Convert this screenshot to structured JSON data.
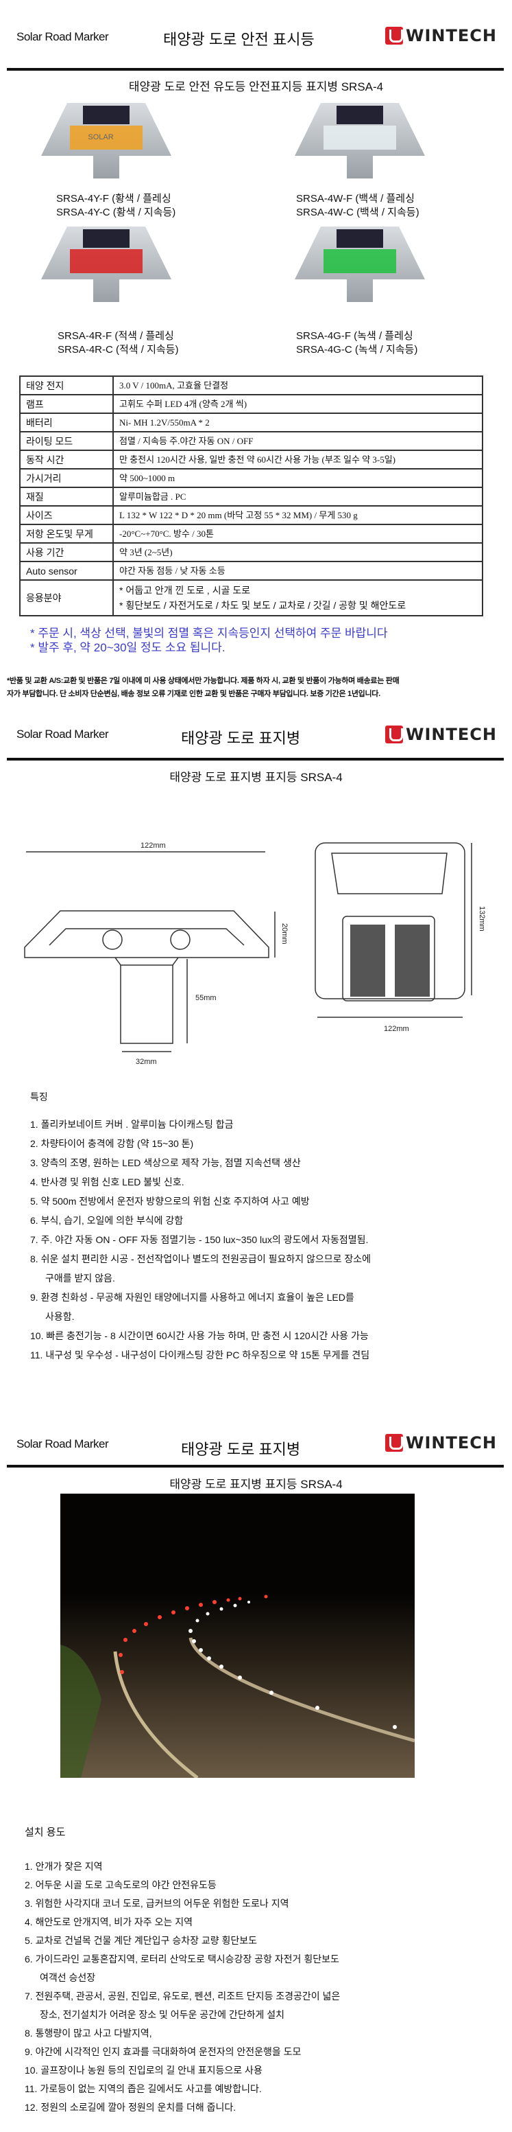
{
  "header": {
    "english": "Solar Road Marker",
    "brand": "WINTECH"
  },
  "section1": {
    "title": "태양광 도로 안전 표시등",
    "subtitle": "태양광 도로 안전 유도등 안전표지등 표지병 SRSA-4",
    "products": [
      {
        "line1": "SRSA-4Y-F (황색 / 플레싱",
        "line2": "SRSA-4Y-C (황색 / 지속등)",
        "color": "#f0a020",
        "label": "SOLAR"
      },
      {
        "line1": "SRSA-4W-F (백색 / 플레싱",
        "line2": "SRSA-4W-C (백색 / 지속등)",
        "color": "#e8eef2"
      },
      {
        "line1": "SRSA-4R-F (적색 / 플레싱",
        "line2": "SRSA-4R-C (적색 / 지속등)",
        "color": "#d82020"
      },
      {
        "line1": "SRSA-4G-F (녹색 / 플레싱",
        "line2": "SRSA-4G-C (녹색 / 지속등)",
        "color": "#20c040"
      }
    ],
    "spec": [
      {
        "label": "태양 전지",
        "value": "3.0 V / 100mA, 고효율 단결정"
      },
      {
        "label": "램프",
        "value": "고휘도 수퍼 LED 4개 (양측 2개 씩)"
      },
      {
        "label": "배터리",
        "value": "Ni- MH 1.2V/550mA * 2"
      },
      {
        "label": "라이팅 모드",
        "value": "점멸 / 지속등 주.야간 자동 ON / OFF"
      },
      {
        "label": "동작 시간",
        "value": "만 충전시 120시간 사용, 일반 충전 약 60시간 사용 가능 (부조 일수 약 3-5일)"
      },
      {
        "label": "가시거리",
        "value": "약 500~1000 m"
      },
      {
        "label": "재질",
        "value": "알루미늄합금 . PC"
      },
      {
        "label": "사이즈",
        "value": "L 132 * W 122 * D * 20 mm (바닥 고정 55 * 32 MM) / 무게 530 g"
      },
      {
        "label": "저항 온도및 무게",
        "value": "-20°C~+70°C. 방수 / 30톤"
      },
      {
        "label": "사용 기간",
        "value": "약 3년 (2~5년)"
      },
      {
        "label": "Auto sensor",
        "value": "야간 자동 점등 / 낮 자동 소등"
      }
    ],
    "application": {
      "label": "응용분야",
      "line1": "* 어둡고 안개 낀 도로 , 시골 도로",
      "line2": "* 횡단보도 / 자전거도로 / 차도 및 보도 / 교차로 / 갓길 / 공항 및 해안도로"
    },
    "notes": [
      "* 주문 시, 색상 선택, 불빛의 점멸 혹은 지속등인지 선택하여 주문 바랍니다",
      "* 발주 후, 약 20~30일 정도 소요 됩니다."
    ],
    "disclaimer": [
      "*반품 및 교환 A/S:교환 및 반품은 7일 이내에 미 사용 상태에서만 가능합니다. 제품 하자 시, 교환 및 반품이 가능하며 배송료는 판매",
      "자가 부담합니다. 단 소비자 단순변심, 배송 정보 오류 기재로 인한 교환 및 반품은 구매자 부담입니다. 보증 기간은 1년입니다."
    ]
  },
  "section2": {
    "title": "태양광 도로 표지병",
    "subtitle": "태양광 도로 표지병 표지등 SRSA-4",
    "dims": {
      "width": "122mm",
      "height": "20mm",
      "post_height": "55mm",
      "post_width": "32mm",
      "top_width": "122mm",
      "top_length": "132mm"
    },
    "features_title": "특징",
    "features": [
      {
        "text": "1. 폴리카보네이트 커버 . 알루미늄 다이캐스팅 합금"
      },
      {
        "text": "2. 차량타이어 충격에 강함 (약 15~30 톤)"
      },
      {
        "text": "3. 양측의 조명, 원하는 LED 색상으로 제작 가능, 점멸 지속선택 생산"
      },
      {
        "text": "4. 반사경 및 위험 신호 LED 불빛 신호."
      },
      {
        "text": "5. 약 500m 전방에서 운전자 방향으로의 위험 신호 주지하여 사고 예방"
      },
      {
        "text": "6. 부식, 습기, 오일에 의한 부식에 강함"
      },
      {
        "text": "7. 주. 야간 자동 ON - OFF 자동 점멸기능 - 150 lux~350 lux의 광도에서 자동점멸됨."
      },
      {
        "text": "8. 쉬운 설치 편리한 시공 - 전선작업이나 별도의 전원공급이 필요하지 않으므로 장소에",
        "cont": "구애를 받지 않음."
      },
      {
        "text": "9. 환경 친화성 - 무공해 자원인 태양에너지를 사용하고 에너지 효율이 높은 LED를",
        "cont": "사용함."
      },
      {
        "text": "10. 빠른 충전기능 - 8 시간이면 60시간 사용 가능 하며, 만 충전 시 120시간 사용 가능"
      },
      {
        "text": "11. 내구성 및 우수성 - 내구성이 다이캐스팅 강한 PC 하우징으로 약 15톤 무게를 견딤"
      }
    ]
  },
  "section3": {
    "title": "태양광 도로 표지병",
    "subtitle": "태양광 도로 표지병 표지등 SRSA-4",
    "uses_title": "설치 용도",
    "uses": [
      {
        "text": "1. 안개가 잦은 지역"
      },
      {
        "text": "2. 어두운 시골 도로 고속도로의 야간 안전유도등"
      },
      {
        "text": "3. 위험한 사각지대 코너 도로, 급커브의 어두운 위험한 도로나 지역"
      },
      {
        "text": "4. 해안도로 안개지역, 비가 자주 오는 지역"
      },
      {
        "text": "5. 교차로 건널목 건물 계단 계단입구 승차장 교량 횡단보도"
      },
      {
        "text": "6. 가이드라인 교통혼잡지역, 로터리 산악도로 택시승강장 공항 자전거 횡단보도",
        "cont": "여객선 승선장"
      },
      {
        "text": "7. 전원주택, 관공서, 공원, 진입로, 유도로, 펜션, 리조트 단지등 조경공간이 넓은",
        "cont": "장소, 전기설치가 어려운 장소 및 어두운 공간에 간단하게 설치"
      },
      {
        "text": "8. 통행량이 많고 사고 다발지역,"
      },
      {
        "text": "9. 야간에 시각적인 인지 효과를 극대화하여 운전자의 안전운행을 도모"
      },
      {
        "text": "10. 골프장이나 농원 등의 진입로의 길 안내 표지등으로 사용"
      },
      {
        "text": "11. 가로등이 없는 지역의 좁은 길에서도 사고를 예방합니다."
      },
      {
        "text": "12. 정원의 소로길에 깔아 정원의 운치를 더해 줍니다."
      }
    ]
  }
}
